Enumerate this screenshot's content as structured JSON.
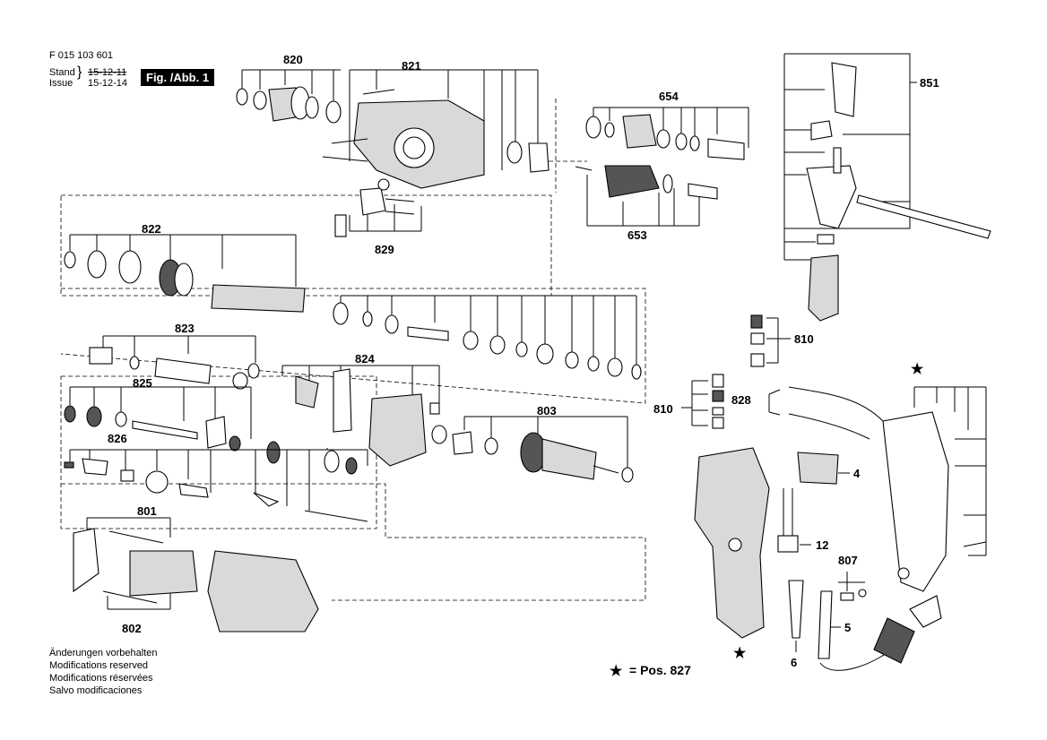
{
  "doc_number": "F 015 103 601",
  "stand_label": "Stand",
  "issue_label": "Issue",
  "stand_date_old": "15-12-11",
  "issue_date": "15-12-14",
  "figure_badge": "Fig. /Abb. 1",
  "callouts": {
    "g820": "820",
    "g821": "821",
    "g654": "654",
    "g851": "851",
    "g653": "653",
    "g822": "822",
    "g829": "829",
    "g810a": "810",
    "g823": "823",
    "g824": "824",
    "g810b": "810",
    "g828": "828",
    "g825": "825",
    "g803": "803",
    "g826": "826",
    "g4": "4",
    "g12": "12",
    "g801": "801",
    "g807": "807",
    "g5": "5",
    "g802": "802",
    "g6": "6"
  },
  "notes": [
    "Änderungen vorbehalten",
    "Modifications reserved",
    "Modifications réservées",
    "Salvo modificaciones"
  ],
  "legend": {
    "star": "★",
    "text": "= Pos.  827"
  },
  "star_marks": {
    "top": "★",
    "bottom": "★"
  }
}
